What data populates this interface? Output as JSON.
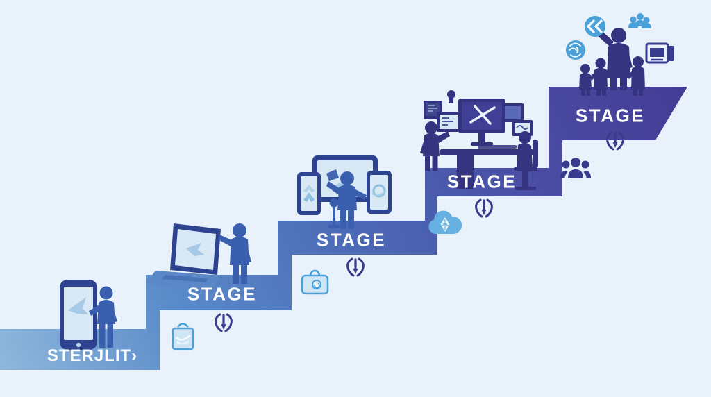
{
  "infographic": {
    "type": "ascending-staircase-ribbon",
    "direction": "bottom-left-to-top-right",
    "steps": [
      {
        "label": "STERJLIT›",
        "scene": "person-standing-beside-large-smartphone",
        "nearby_icons": []
      },
      {
        "label": "STAGE",
        "scene": "person-presenting-open-laptop",
        "nearby_icons": [
          "shopping-bag-icon",
          "arrow-down-badge-icon"
        ]
      },
      {
        "label": "STAGE",
        "scene": "person-between-phone-large-tablet-and-tablet",
        "nearby_icons": [
          "briefcase-icon",
          "arrow-down-badge-icon"
        ]
      },
      {
        "label": "STAGE",
        "scene": "two-people-at-multi-monitor-workstation",
        "nearby_icons": [
          "cloud-icon",
          "arrow-down-badge-icon"
        ]
      },
      {
        "label": "STAGE",
        "scene": "adult-with-three-children",
        "nearby_icons": [
          "team-icon",
          "arrow-down-badge-icon",
          "chevrons-left-circle-icon",
          "mind-circle-icon",
          "people-group-icon",
          "screens-icon"
        ]
      }
    ]
  },
  "colors": {
    "bg": "#e9f2fa",
    "ribbon1": "#92badd",
    "ribbon2": "#5a8bc9",
    "ribbon3": "#4c6ab6",
    "ribbon4": "#4a4da4",
    "ribbon5": "#443a93",
    "figure_blue": "#3a5fae",
    "figure_purple": "#34337f",
    "device_dark": "#2e4390",
    "screen_light": "#d8e9f5",
    "icon_blue": "#4aa0d8",
    "icon_blue_fill": "#cfe6f6",
    "icon_purple": "#383c8e",
    "label_white": "#ffffff"
  }
}
